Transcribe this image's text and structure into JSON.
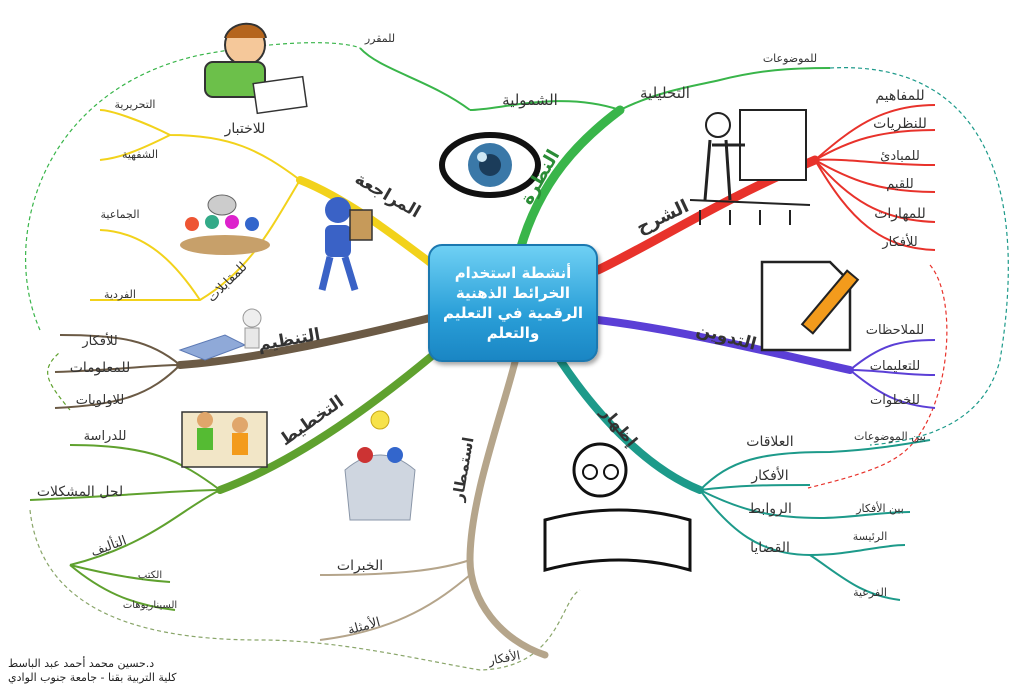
{
  "center": {
    "title": "أنشطة استخدام الخرائط الذهنية الرقمية في التعليم والتعلم"
  },
  "branches": {
    "nazra": {
      "label": "النظرة",
      "color": "#39b54a"
    },
    "shumuliya": {
      "label": "الشمولية",
      "color": "#39b54a"
    },
    "lilmuqarrar": {
      "label": "للمقرر",
      "color": "#39b54a"
    },
    "tahliliya": {
      "label": "التحليلية",
      "color": "#39b54a"
    },
    "lilmawdoat": {
      "label": "للموضوعات",
      "color": "#39b54a"
    },
    "sharh": {
      "label": "الشرح",
      "color": "#e8322b",
      "items": [
        "للمفاهيم",
        "للنظريات",
        "للمبادئ",
        "للقيم",
        "للمهارات",
        "للأفكار"
      ]
    },
    "tadwin": {
      "label": "التدوين",
      "color": "#5b3fd6",
      "items": [
        "للملاحظات",
        "للتعليمات",
        "للخطوات"
      ]
    },
    "izhar": {
      "label": "إظهار",
      "color": "#1d9a8a",
      "items": {
        "alaqat": "العلاقات",
        "bayn_mawdoat": "بين الموضوعات",
        "afkar": "الأفكار",
        "rawabit": "الروابط",
        "bayn_afkar": "بين الأفكار",
        "qadaya": "القضايا",
        "raisiya": "الرئيسة",
        "fariya": "الفرعية"
      }
    },
    "istimtar": {
      "label": "استمطار",
      "color": "#b5a58b",
      "items": {
        "khibrat": "الخبرات",
        "amthila": "الأمثلة",
        "afkar": "الأفكار"
      }
    },
    "takhtit": {
      "label": "التخطيط",
      "color": "#5fa12e",
      "items": {
        "lildirasa": "للدراسة",
        "lihall": "لحل المشكلات",
        "taalif": "التأليف",
        "kutub": "الكتب",
        "sinariyohat": "السيناريوهات"
      }
    },
    "tanzim": {
      "label": "التنظيم",
      "color": "#6b5a45",
      "items": [
        "للأفكار",
        "للمعلومات",
        "للاولويات"
      ]
    },
    "muraja": {
      "label": "المراجعة",
      "color": "#f2d21b",
      "items": {
        "ikhtibar": "للاختبار",
        "tahririya": "التحريرية",
        "shafahiya": "الشفهية",
        "muqabalat": "للمقابلات",
        "jamaiya": "الجماعية",
        "fardiya": "الفردية"
      }
    }
  },
  "author": {
    "line1": "د.حسين محمد أحمد عبد الباسط",
    "line2": "كلية التربية بقنا - جامعة جنوب الوادي"
  }
}
